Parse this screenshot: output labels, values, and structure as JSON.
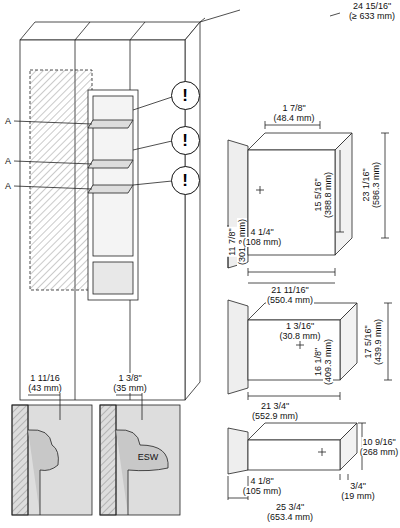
{
  "diagram": {
    "nodes": [
      {
        "text": [
          "!"
        ]
      },
      {
        "text": [
          "!"
        ]
      },
      {
        "text": [
          "!"
        ]
      }
    ],
    "labels": [
      "24 15/16\"",
      "(≥ 633 mm)",
      "A",
      "A",
      "A",
      "1 7/8\"",
      "(48.4 mm)",
      "23 1/16\"",
      "(586.3 mm)",
      "15 5/16\"",
      "(388.8 mm)",
      "11 7/8\"",
      "(301.3 mm)",
      "4 1/4\"",
      "(108 mm)",
      "21 11/16\"",
      "(550.4 mm)",
      "1 3/16\"",
      "(30.8 mm)",
      "16 1/8\"",
      "(409.3 mm)",
      "17 5/16\"",
      "(439.9 mm)",
      "21 3/4\"",
      "(552.9 mm)",
      "10 9/16\"",
      "(268 mm)",
      "3/4\"",
      "(19 mm)",
      "4 1/8\"",
      "(105 mm)",
      "25 3/4\"",
      "(653.4 mm)",
      "1 11/16",
      "(43 mm)",
      "1 3/8\"",
      "(35 mm)",
      "ESW"
    ]
  }
}
